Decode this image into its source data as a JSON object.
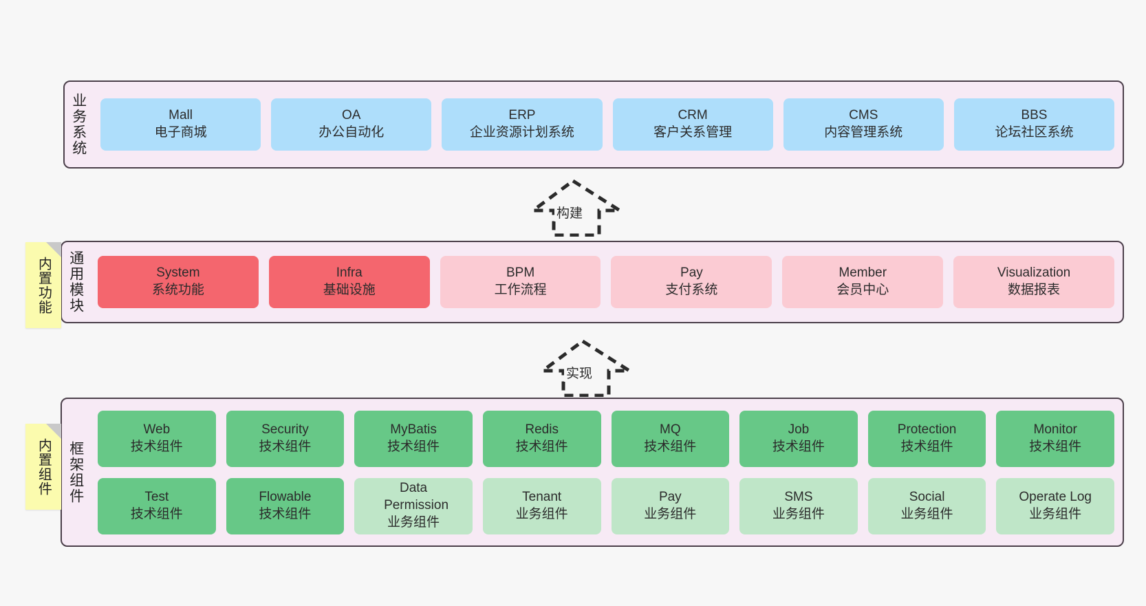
{
  "canvas": {
    "background": "#f7f7f7"
  },
  "palette": {
    "container_bg": "#f7eaf5",
    "container_border": "#4b3f4a",
    "blue": "#aedefb",
    "red": "#f4666e",
    "pink": "#fbcbd3",
    "green": "#67c887",
    "light_green": "#bfe6c8",
    "tag_yellow": "#fbfbae",
    "tag_fold": "#c9c9c9"
  },
  "tags": [
    {
      "text": "内置功能"
    },
    {
      "text": "内置组件"
    }
  ],
  "connectors": [
    {
      "label": "构建",
      "direction": "up",
      "style": "dashed-hollow-arrow"
    },
    {
      "label": "实现",
      "direction": "up",
      "style": "dashed-hollow-arrow"
    }
  ],
  "layers": [
    {
      "name": "business-system",
      "label": "业务系统",
      "rows": [
        [
          {
            "title": "Mall",
            "subtitle": "电子商城",
            "color": "blue"
          },
          {
            "title": "OA",
            "subtitle": "办公自动化",
            "color": "blue"
          },
          {
            "title": "ERP",
            "subtitle": "企业资源计划系统",
            "color": "blue"
          },
          {
            "title": "CRM",
            "subtitle": "客户关系管理",
            "color": "blue"
          },
          {
            "title": "CMS",
            "subtitle": "内容管理系统",
            "color": "blue"
          },
          {
            "title": "BBS",
            "subtitle": "论坛社区系统",
            "color": "blue"
          }
        ]
      ]
    },
    {
      "name": "common-module",
      "label": "通用模块",
      "rows": [
        [
          {
            "title": "System",
            "subtitle": "系统功能",
            "color": "red"
          },
          {
            "title": "Infra",
            "subtitle": "基础设施",
            "color": "red"
          },
          {
            "title": "BPM",
            "subtitle": "工作流程",
            "color": "pink"
          },
          {
            "title": "Pay",
            "subtitle": "支付系统",
            "color": "pink"
          },
          {
            "title": "Member",
            "subtitle": "会员中心",
            "color": "pink"
          },
          {
            "title": "Visualization",
            "subtitle": "数据报表",
            "color": "pink"
          }
        ]
      ]
    },
    {
      "name": "framework-component",
      "label": "框架组件",
      "rows": [
        [
          {
            "title": "Web",
            "subtitle": "技术组件",
            "color": "green"
          },
          {
            "title": "Security",
            "subtitle": "技术组件",
            "color": "green"
          },
          {
            "title": "MyBatis",
            "subtitle": "技术组件",
            "color": "green"
          },
          {
            "title": "Redis",
            "subtitle": "技术组件",
            "color": "green"
          },
          {
            "title": "MQ",
            "subtitle": "技术组件",
            "color": "green"
          },
          {
            "title": "Job",
            "subtitle": "技术组件",
            "color": "green"
          },
          {
            "title": "Protection",
            "subtitle": "技术组件",
            "color": "green"
          },
          {
            "title": "Monitor",
            "subtitle": "技术组件",
            "color": "green"
          }
        ],
        [
          {
            "title": "Test",
            "subtitle": "技术组件",
            "color": "green"
          },
          {
            "title": "Flowable",
            "subtitle": "技术组件",
            "color": "green"
          },
          {
            "title": "Data Permission",
            "subtitle": "业务组件",
            "color": "light_green"
          },
          {
            "title": "Tenant",
            "subtitle": "业务组件",
            "color": "light_green"
          },
          {
            "title": "Pay",
            "subtitle": "业务组件",
            "color": "light_green"
          },
          {
            "title": "SMS",
            "subtitle": "业务组件",
            "color": "light_green"
          },
          {
            "title": "Social",
            "subtitle": "业务组件",
            "color": "light_green"
          },
          {
            "title": "Operate Log",
            "subtitle": "业务组件",
            "color": "light_green"
          }
        ]
      ]
    }
  ]
}
